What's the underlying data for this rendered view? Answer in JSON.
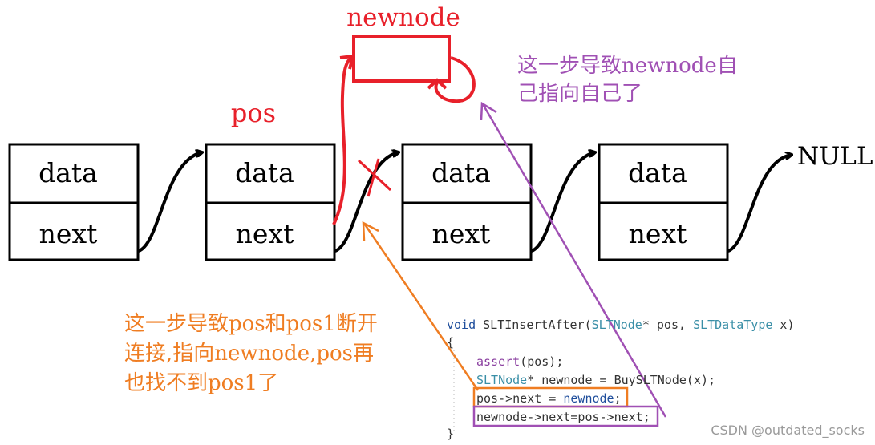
{
  "labels": {
    "newnode": "newnode",
    "pos": "pos",
    "null": "NULL"
  },
  "nodes": [
    {
      "data": "data",
      "next": "next"
    },
    {
      "data": "data",
      "next": "next"
    },
    {
      "data": "data",
      "next": "next"
    },
    {
      "data": "data",
      "next": "next"
    }
  ],
  "notes": {
    "purple_line1": "这一步导致newnode自",
    "purple_line2": "己指向自己了",
    "orange_line1": "这一步导致pos和pos1断开",
    "orange_line2": "连接,指向newnode,pos再",
    "orange_line3": "也找不到pos1了"
  },
  "code": {
    "line1_void": "void",
    "line1_fn": " SLTInsertAfter(",
    "line1_type": "SLTNode",
    "line1_mid": "* pos, ",
    "line1_type2": "SLTDataType",
    "line1_end": " x)",
    "line2": "{",
    "line3_fn": "assert",
    "line3_rest": "(pos);",
    "line4_type": "SLTNode",
    "line4_rest": "* newnode = BuySLTNode(x);",
    "line5_a": "pos->",
    "line5_b": "next = ",
    "line5_c": "newnode",
    "line5_d": ";",
    "line6": "newnode->next=pos->next;",
    "line7": "}"
  },
  "watermark": "CSDN @outdated_socks",
  "colors": {
    "red": "#e8202a",
    "purple": "#a050b4",
    "orange": "#ef7d22",
    "code_blue": "#1f4e9c",
    "code_teal": "#3a8fa7",
    "black": "#000000"
  }
}
